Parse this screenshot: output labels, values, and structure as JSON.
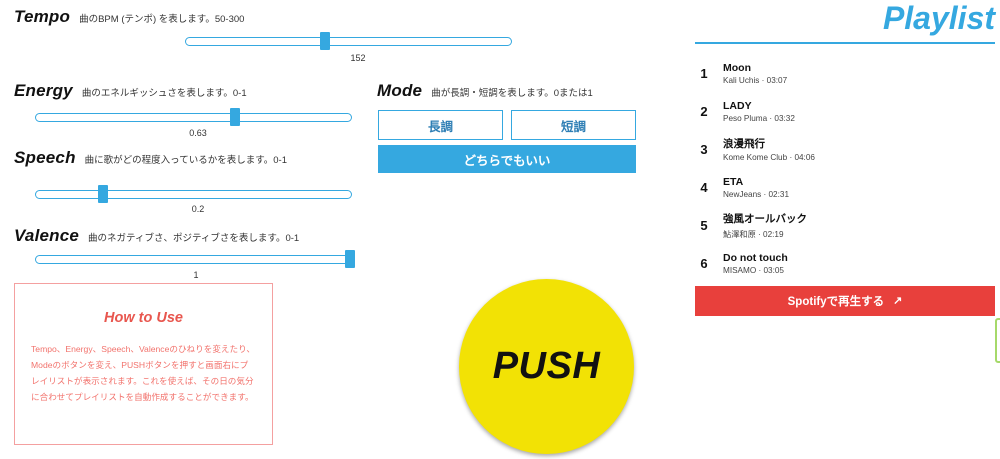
{
  "params": [
    {
      "name": "Tempo",
      "desc": "曲のBPM (テンポ) を表します。50-300",
      "value": "152",
      "range": "50-300"
    },
    {
      "name": "Energy",
      "desc": "曲のエネルギッシュさを表します。0-1",
      "value": "0.63",
      "range": "0-1"
    },
    {
      "name": "Speech",
      "desc": "曲に歌がどの程度入っているかを表します。0-1",
      "value": "0.2",
      "range": "0-1"
    },
    {
      "name": "Valence",
      "desc": "曲のネガティブさ、ポジティブさを表します。0-1",
      "value": "1",
      "range": "0-1"
    }
  ],
  "mode": {
    "name": "Mode",
    "desc": "曲が長調・短調を表します。0または1",
    "major_label": "長調",
    "minor_label": "短調",
    "either_label": "どちらでもいい"
  },
  "howto": {
    "title": "How to Use",
    "body": "Tempo、Energy、Speech、Valenceのひねりを変えたり、Modeのボタンを変え、PUSHボタンを押すと画面右にプレイリストが表示されます。これを使えば、その日の気分に合わせてプレイリストを自動作成することができます。"
  },
  "push": {
    "label": "PUSH"
  },
  "playlist": {
    "title": "Playlist",
    "tracks": [
      {
        "num": "1",
        "title": "Moon",
        "sub": "Kali Uchis · 03:07"
      },
      {
        "num": "2",
        "title": "LADY",
        "sub": "Peso Pluma · 03:32"
      },
      {
        "num": "3",
        "title": "浪漫飛行",
        "sub": "Kome Kome Club · 04:06"
      },
      {
        "num": "4",
        "title": "ETA",
        "sub": "NewJeans · 02:31"
      },
      {
        "num": "5",
        "title": "強風オールバック",
        "sub": "鮎澤和原 · 02:19"
      },
      {
        "num": "6",
        "title": "Do not touch",
        "sub": "MISAMO · 03:05"
      }
    ],
    "spotify_button": "Spotifyで再生する",
    "spotify_icon": "↗"
  },
  "colors": {
    "accent_blue": "#35a8e0",
    "push_yellow": "#f2e205",
    "spotify_red": "#e8403c",
    "howto_pink": "#f2736d",
    "green_edge": "#a6d96a"
  }
}
